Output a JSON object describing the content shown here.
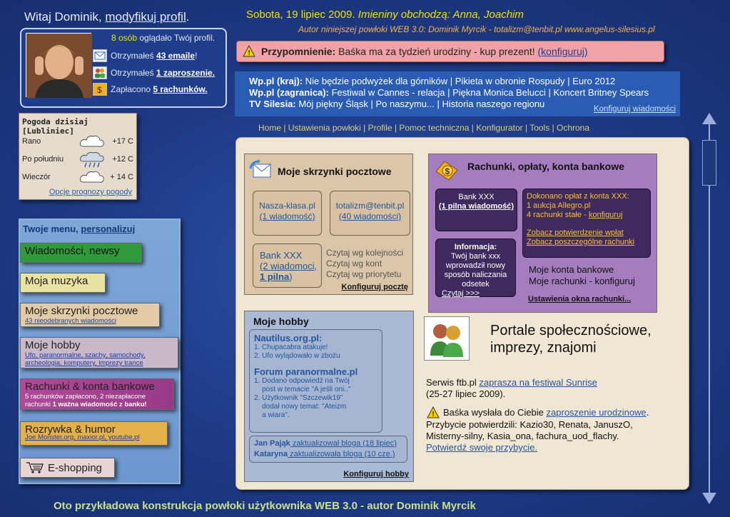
{
  "header": {
    "welcome": "Witaj Dominik,",
    "modify_profile": "modyfikuj profil",
    "welcome_suffix": ".",
    "date": "Sobota, 19 lipiec 2009.",
    "nameday": "Imieniny obchodzą: Anna, Joachim",
    "author": "Autor niniejszej powłoki WEB 3.0: Dominik Myrcik - totalizm@tenbit.pl  www.angelus-silesius.pl"
  },
  "profile": {
    "viewers_count": "8 osób",
    "viewers_text": " oglądało Twój profil.",
    "emails_pre": "Otrzymałeś ",
    "emails_count": "43 emaile",
    "emails_post": "!",
    "invites_pre": "Otrzymałeś ",
    "invites_count": "1 zaproszenie.",
    "bills_pre": "Zapłacono ",
    "bills_count": "5 rachunków."
  },
  "reminder": {
    "label": "Przypomnienie:",
    "text": "Baśka ma za tydzień urodziny - kup prezent!",
    "link": "(konfiguruj)"
  },
  "news": {
    "line1_label": "Wp.pl (kraj):",
    "line1_text": " Nie będzie podwyżek dla górników | Pikieta w obronie Rospudy | Euro 2012",
    "line2_label": "Wp.pl (zagranica):",
    "line2_text": " Festiwal w Cannes - relacja | Piękna Monica Belucci | Koncert Britney Spears",
    "line3_label": "TV Silesia:",
    "line3_text": " Mój piękny Śląsk | Po naszymu... | Historia naszego regionu",
    "config": "Konfiguruj wiadomości"
  },
  "nav": "Home | Ustawienia powłoki | Profile | Pomoc techniczna | Konfigurator | Tools | Ochrona",
  "weather": {
    "title": "Pogoda dzisiaj [Lubliniec]",
    "rows": [
      {
        "label": "Rano",
        "temp": "+17 C",
        "icon": "cloud-icon"
      },
      {
        "label": "Po południu",
        "temp": "+12 C",
        "icon": "rain-cloud-icon"
      },
      {
        "label": "Wieczór",
        "temp": "+ 14 C",
        "icon": "cloud-icon"
      }
    ],
    "options": "Opcje prognozy pogody"
  },
  "menu": {
    "title": "Twoje menu,",
    "personalize": "personalizuj",
    "items": [
      {
        "label": "Wiadomości, newsy",
        "sub": ""
      },
      {
        "label": "Moja muzyka",
        "sub": ""
      },
      {
        "label": "Moje skrzynki pocztowe",
        "sub": "43 nieodebranych wiadomości"
      },
      {
        "label": "Moje hobby",
        "sub": "Ufo, paranormalne, szachy, samochody,",
        "sub2": "archeologia, komputery, imprezy trance"
      },
      {
        "label": "Rachunki & konta bankowe",
        "sub": "5 rachunków zapłacono,  2 niezapłacone",
        "sub2": "rachunki ",
        "sub2b": "1 ważna wiadomość z banku!"
      },
      {
        "label": "Rozrywka & humor",
        "sub": "Joe Monster.org, maxior.pl, youtube.pl"
      },
      {
        "label": "E-shopping",
        "sub": ""
      }
    ],
    "colors": [
      "#2f9a3a",
      "#e8e3a0",
      "#e4cba8",
      "#c8b8c8",
      "#a83a8c",
      "#e3b04a",
      "#e8d4d4"
    ]
  },
  "mail": {
    "title": "Moje skrzynki pocztowe",
    "boxes": [
      {
        "name": "Nasza-klasa.pl",
        "msgs": "(1 wiadomość)"
      },
      {
        "name": "totalizm@tenbit.pl",
        "msgs": "(40 wiadomości)"
      },
      {
        "name": "Bank XXX",
        "msgs": "(2 wiadomoci,",
        "msgs2": "1 pilna",
        "msgs3": ")"
      }
    ],
    "sort": [
      "Czytaj wg kolejności",
      "Czytaj wg kont",
      "Czytaj wg priorytetu"
    ],
    "config": "Konfiguruj pocztę"
  },
  "bills": {
    "title": "Rachunki, opłaty, konta bankowe",
    "bank": "Bank XXX",
    "bank_msg": "(1 pilna wiadomość)",
    "paid_title": "Dokonano opłat z konta XXX:",
    "paid_1": "1 aukcja Allegro.pl",
    "paid_2": "4 rachunki stałe - ",
    "paid_2_link": "konfiguruj",
    "confirm": "Zobacz potwierdzenie wpłat",
    "details": "Zobacz poszczególne rachunki",
    "info_title": "Informacja:",
    "info_text": "Twój bank xxx wprowadził nowy sposób naliczania odsetek",
    "info_link": "Czytaj >>>",
    "link1": "Moje konta bankowe",
    "link2": "Moje rachunki - konfiguruj",
    "config": "Ustawienia okna rachunki..."
  },
  "hobby": {
    "title": "Moje hobby",
    "site1": "Nautilus.org.pl:",
    "site1_items": [
      "1. Chupacabra atakuje!",
      "2. Ufo wylądowało w zbożu"
    ],
    "site2": "Forum paranormalne.pl",
    "site2_items": [
      "1. Dodano odpowiedź na Twój",
      "    post w temacie \"A jeśli oni..\"",
      "2. Użytkownik \"Szczewik19\"",
      "    dodał nowy temat: \"Ateizm",
      "    a wiara\"."
    ],
    "blog1_name": "Jan Pająk",
    "blog1_text": " zaktualizował bloga (18 lipiec)",
    "blog2_name": "Kataryna",
    "blog2_text": " zaktualizowała bloga (10 cze.)",
    "config": "Konfiguruj hobby"
  },
  "social": {
    "title_1": "Portale społecznościowe,",
    "title_2": "imprezy, znajomi",
    "ftb_pre": "Serwis ftb.pl ",
    "ftb_link": "zaprasza na festiwal Sunrise",
    "ftb_date": "(25-27 lipiec 2009).",
    "warn_pre": "Baśka wysłała do Ciebie ",
    "warn_link": "zaproszenie urodzinowe",
    "warn_post": ".",
    "confirmed_1": "Przybycie potwierdzili: Kazio30, Renata, JanuszO,",
    "confirmed_2": "Misterny-silny, Kasia_ona, fachura_uod_flachy.",
    "confirm_link": "Potwierdź swoje przybycie."
  },
  "footer": "Oto przykładowa konstrukcja powłoki użytkownika WEB 3.0 - autor Dominik Myrcik"
}
